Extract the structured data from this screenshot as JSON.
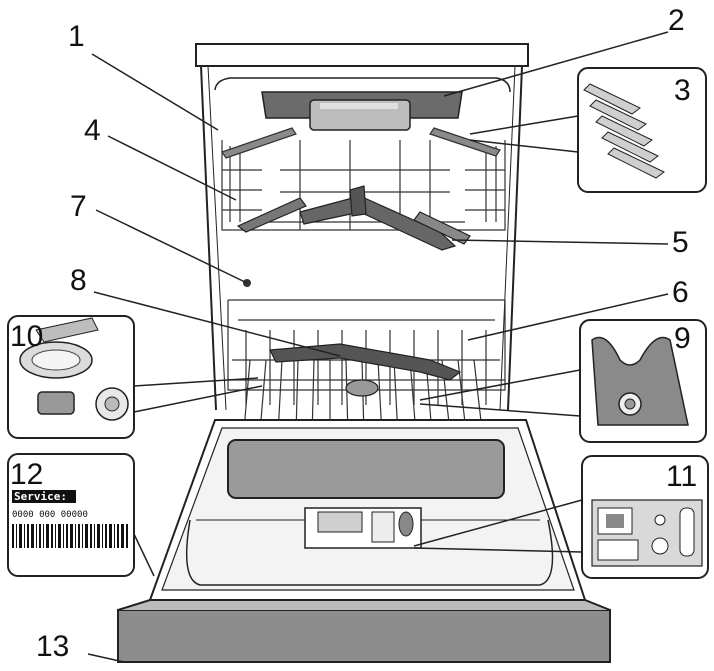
{
  "callouts": [
    {
      "id": "1",
      "label": "1"
    },
    {
      "id": "2",
      "label": "2"
    },
    {
      "id": "3",
      "label": "3"
    },
    {
      "id": "4",
      "label": "4"
    },
    {
      "id": "5",
      "label": "5"
    },
    {
      "id": "6",
      "label": "6"
    },
    {
      "id": "7",
      "label": "7"
    },
    {
      "id": "8",
      "label": "8"
    },
    {
      "id": "9",
      "label": "9"
    },
    {
      "id": "10",
      "label": "10"
    },
    {
      "id": "11",
      "label": "11"
    },
    {
      "id": "12",
      "label": "12"
    },
    {
      "id": "13",
      "label": "13"
    }
  ],
  "service_label": {
    "title": "Service:",
    "number": "0000 000 00000"
  }
}
